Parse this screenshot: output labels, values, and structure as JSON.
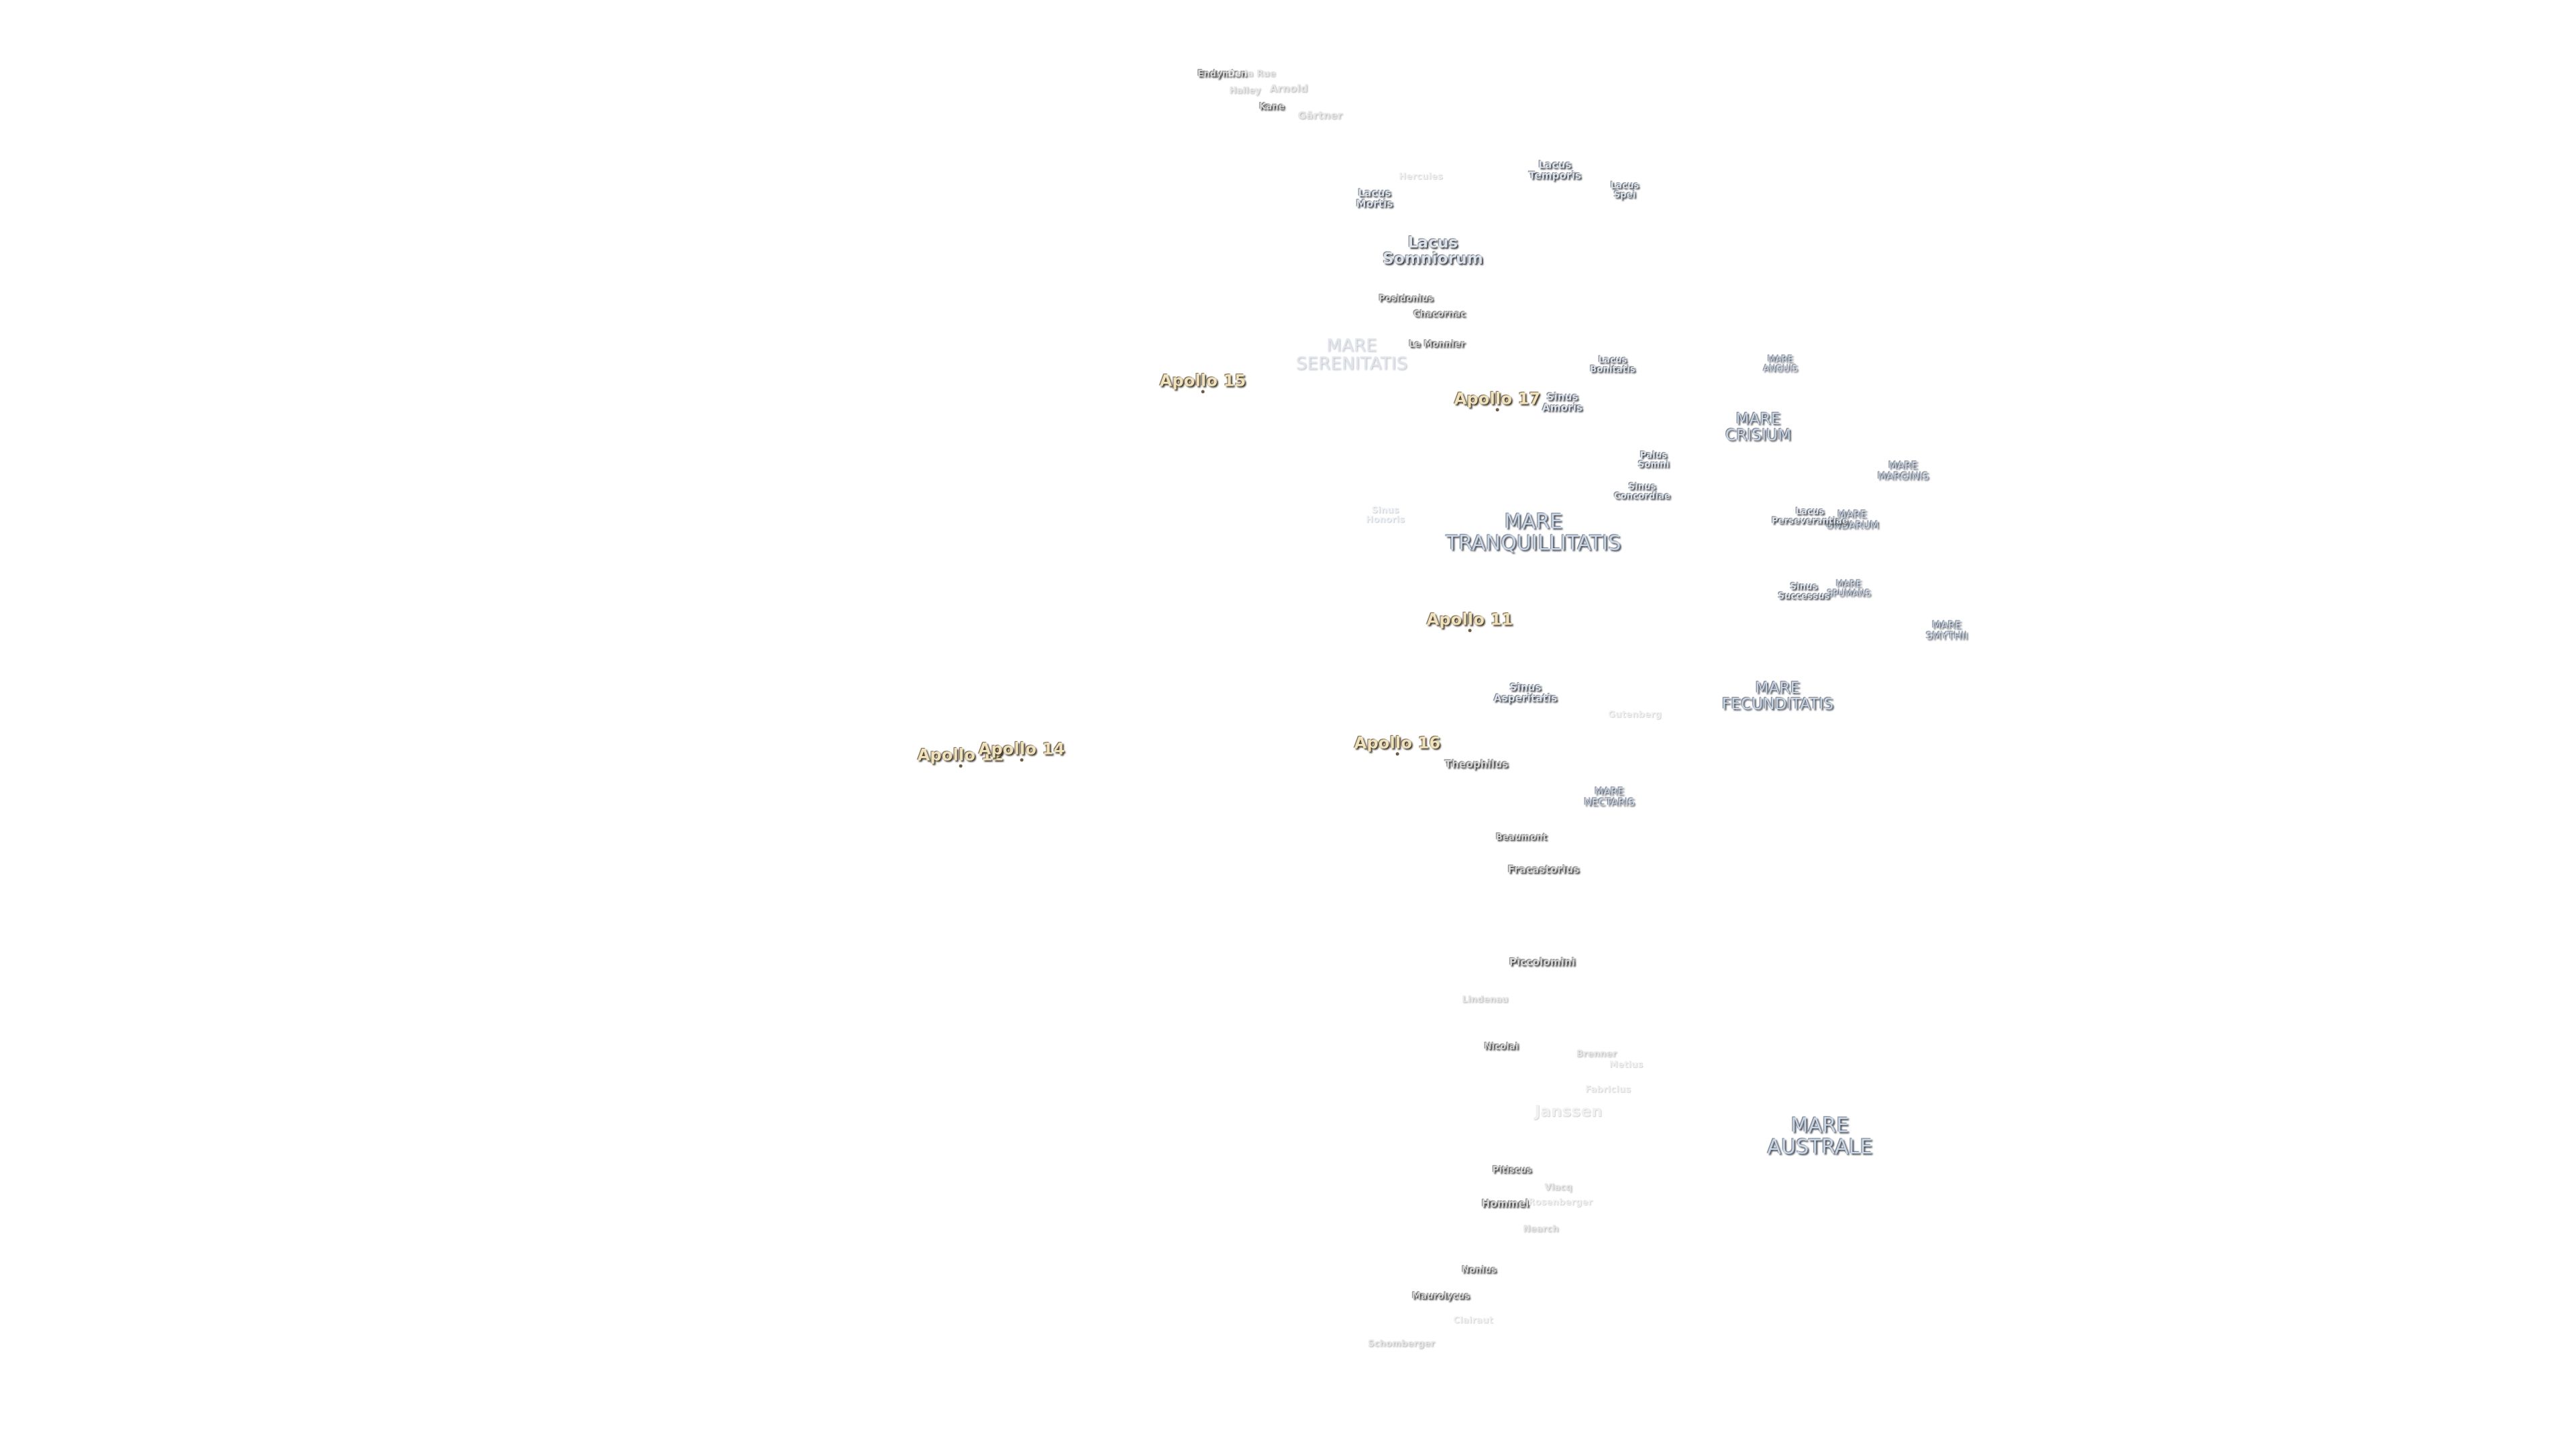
{
  "map": {
    "apollo_sites": [
      {
        "id": "apollo-15",
        "label": "Apollo 15"
      },
      {
        "id": "apollo-17",
        "label": "Apollo 17"
      },
      {
        "id": "apollo-11",
        "label": "Apollo 11"
      },
      {
        "id": "apollo-16",
        "label": "Apollo 16"
      },
      {
        "id": "apollo-12",
        "label": "Apollo 12"
      },
      {
        "id": "apollo-14",
        "label": "Apollo 14"
      }
    ],
    "maria": [
      {
        "id": "mare-serenitatis",
        "lines": [
          "MARE",
          "SERENITATIS"
        ]
      },
      {
        "id": "mare-tranquillitatis",
        "lines": [
          "MARE",
          "TRANQUILLITATIS"
        ]
      },
      {
        "id": "mare-crisium",
        "lines": [
          "MARE",
          "CRISIUM"
        ]
      },
      {
        "id": "mare-marginis",
        "lines": [
          "MARE",
          "MARGINIS"
        ]
      },
      {
        "id": "mare-smythii",
        "lines": [
          "MARE",
          "SMYTHII"
        ]
      },
      {
        "id": "mare-fecunditatis",
        "lines": [
          "MARE",
          "FECUNDITATIS"
        ]
      },
      {
        "id": "mare-nectaris",
        "lines": [
          "MARE",
          "NECTARIS"
        ]
      },
      {
        "id": "mare-australe",
        "lines": [
          "MARE",
          "AUSTRALE"
        ]
      },
      {
        "id": "mare-anguis",
        "lines": [
          "MARE",
          "ANGUIS"
        ]
      },
      {
        "id": "mare-undarum",
        "lines": [
          "MARE",
          "UNDARUM"
        ]
      },
      {
        "id": "mare-spumans",
        "lines": [
          "MARE",
          "SPUMANS"
        ]
      }
    ],
    "lakes_bays": [
      {
        "id": "lacus-somniorum",
        "lines": [
          "Lacus",
          "Somniorum"
        ]
      },
      {
        "id": "lacus-temporis",
        "lines": [
          "Lacus",
          "Temporis"
        ]
      },
      {
        "id": "lacus-mortis",
        "lines": [
          "Lacus",
          "Mortis"
        ]
      },
      {
        "id": "lacus-spei",
        "lines": [
          "Lacus",
          "Spei"
        ]
      },
      {
        "id": "lacus-bonitatis",
        "lines": [
          "Lacus",
          "Bonitatis"
        ]
      },
      {
        "id": "sinus-amoris",
        "lines": [
          "Sinus",
          "Amoris"
        ]
      },
      {
        "id": "palus-somni",
        "lines": [
          "Palus",
          "Somni"
        ]
      },
      {
        "id": "sinus-concordiae",
        "lines": [
          "Sinus",
          "Concordiae"
        ]
      },
      {
        "id": "sinus-honoris",
        "lines": [
          "Sinus",
          "Honoris"
        ]
      },
      {
        "id": "lacus-perseverantiae",
        "lines": [
          "Lacus",
          "Perseverantiae"
        ]
      },
      {
        "id": "sinus-successus",
        "lines": [
          "Sinus",
          "Successus"
        ]
      },
      {
        "id": "sinus-asperitatis",
        "lines": [
          "Sinus",
          "Asperitatis"
        ]
      }
    ],
    "craters": [
      {
        "id": "endymion",
        "label": "Endymion"
      },
      {
        "id": "de-la-rue",
        "label": "De la Rue"
      },
      {
        "id": "arnold",
        "label": "Arnold"
      },
      {
        "id": "halley",
        "label": "Halley"
      },
      {
        "id": "kane",
        "label": "Kane"
      },
      {
        "id": "gartner",
        "label": "Gärtner"
      },
      {
        "id": "hercules",
        "label": "Hercules"
      },
      {
        "id": "posidonius",
        "label": "Posidonius"
      },
      {
        "id": "chacornac",
        "label": "Chacornac"
      },
      {
        "id": "le-monnier",
        "label": "Le Monnier"
      },
      {
        "id": "gutenberg",
        "label": "Gutenberg"
      },
      {
        "id": "theophilus",
        "label": "Theophilus"
      },
      {
        "id": "beaumont",
        "label": "Beaumont"
      },
      {
        "id": "fracastorius",
        "label": "Fracastorius"
      },
      {
        "id": "piccolomini",
        "label": "Piccolomini"
      },
      {
        "id": "lindenau",
        "label": "Lindenau"
      },
      {
        "id": "nicolai",
        "label": "Nicolai"
      },
      {
        "id": "brenner",
        "label": "Brenner"
      },
      {
        "id": "metius",
        "label": "Metius"
      },
      {
        "id": "fabricius",
        "label": "Fabricius"
      },
      {
        "id": "janssen",
        "label": "Janssen"
      },
      {
        "id": "pitiscus",
        "label": "Pitiscus"
      },
      {
        "id": "vlacq",
        "label": "Vlacq"
      },
      {
        "id": "hommel",
        "label": "Hommel"
      },
      {
        "id": "rosenberger",
        "label": "Rosenberger"
      },
      {
        "id": "nearch",
        "label": "Nearch"
      },
      {
        "id": "nonius",
        "label": "Nonius"
      },
      {
        "id": "maurolycus",
        "label": "Maurolycus"
      },
      {
        "id": "clairaut",
        "label": "Clairaut"
      },
      {
        "id": "schomberger",
        "label": "Schomberger"
      }
    ]
  },
  "colors": {
    "background": "#ffffff",
    "mare_text": "#c9d6e6",
    "crater_text": "#d6d6d6",
    "apollo_text": "#efe2bd"
  }
}
